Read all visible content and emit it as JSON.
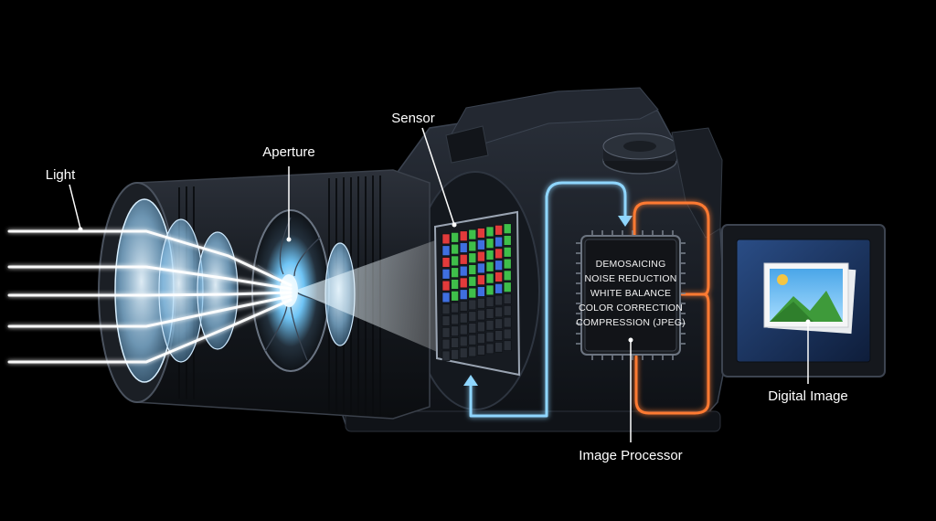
{
  "diagram": {
    "labels": {
      "light": "Light",
      "aperture": "Aperture",
      "sensor": "Sensor",
      "image_processor": "Image Processor",
      "digital_image": "Digital Image"
    },
    "processor_steps": [
      "DEMOSAICING",
      "NOISE REDUCTION",
      "WHITE BALANCE",
      "COLOR CORRECTION",
      "COMPRESSION (JPEG)"
    ]
  },
  "colors": {
    "background": "#000000",
    "light_beam": "#ffffff",
    "flow_blue": "#7fd0ff",
    "flow_orange": "#ff7a30",
    "camera_body": "#1f242c",
    "lens_glass": "#bfe4ff"
  },
  "icons": {
    "sensor": "bayer-sensor-grid",
    "processor": "microchip",
    "output": "landscape-photo-icon"
  }
}
